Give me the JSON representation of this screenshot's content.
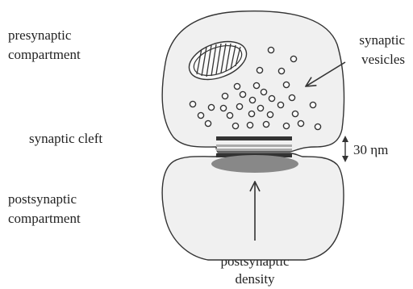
{
  "labels": {
    "presynaptic_line1": "presynaptic",
    "presynaptic_line2": "compartment",
    "synaptic_cleft": "synaptic cleft",
    "postsynaptic_line1": "postsynaptic",
    "postsynaptic_line2": "compartment",
    "vesicles_line1": "synaptic",
    "vesicles_line2": "vesicles",
    "gap_size": "30 ηm",
    "density_line1": "postsynaptic",
    "density_line2": "density"
  },
  "icons": {
    "mitochondrion": "mitochondrion-icon",
    "vesicle": "vesicle-icon",
    "arrow": "arrow-icon"
  },
  "colors": {
    "cell_fill": "#f0f0f0",
    "outline": "#333333",
    "membrane_dark": "#333333",
    "membrane_light": "#aaaaaa",
    "density_fill": "#888888"
  },
  "vesicle_count": 32
}
